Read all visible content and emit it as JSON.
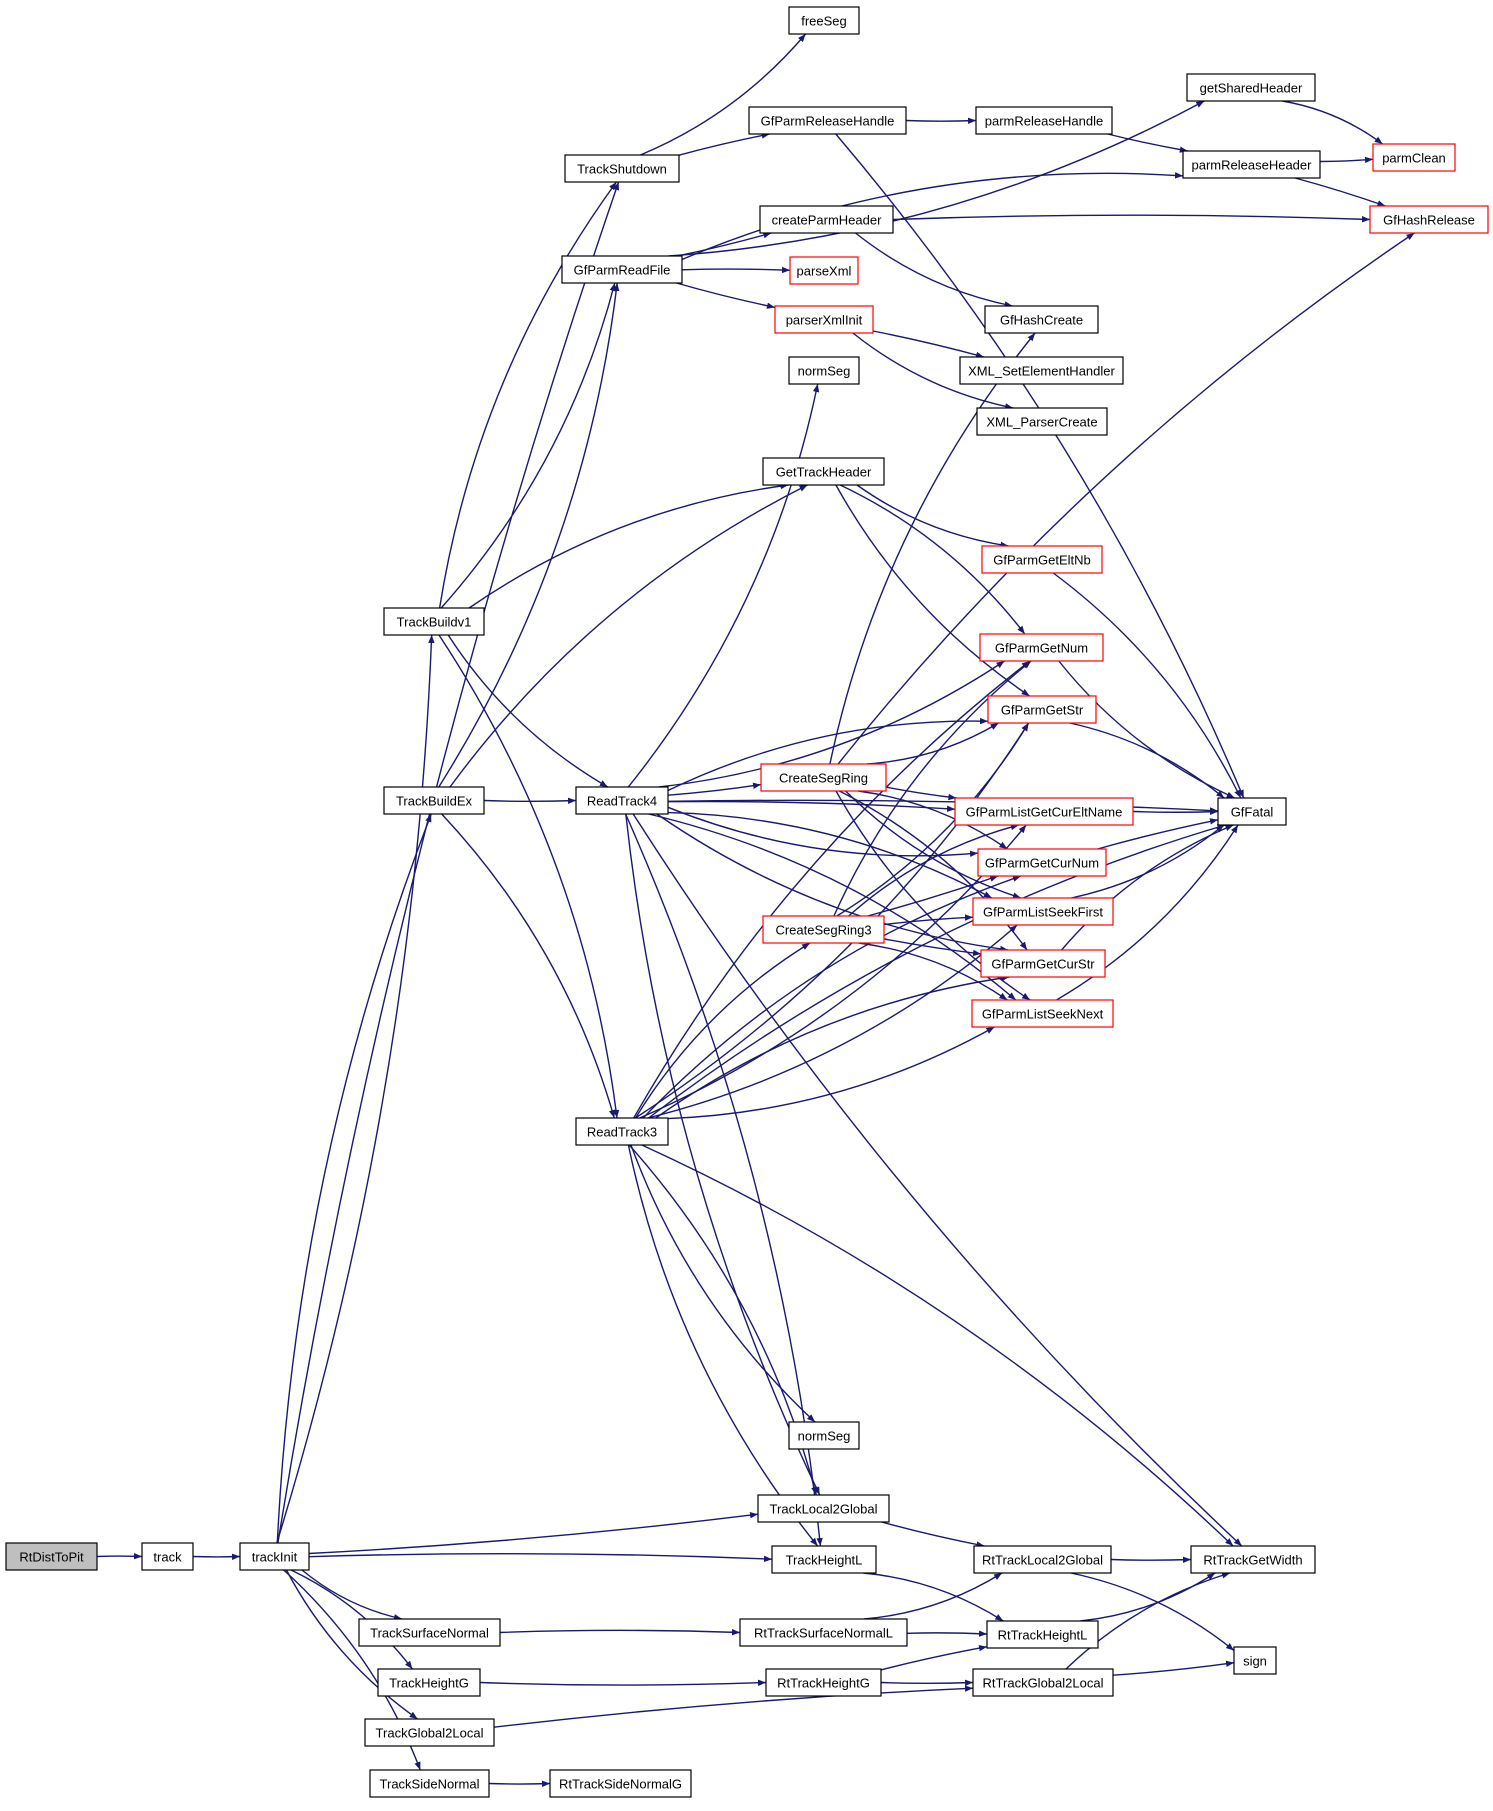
{
  "colors": {
    "edge": "#191970",
    "node_border": "#000000",
    "node_incomplete_border": "#ff0000",
    "node_fill": "#ffffff",
    "root_fill": "#bfbfbf"
  },
  "nodes": [
    {
      "id": "RtDistToPit",
      "label": "RtDistToPit",
      "kind": "root"
    },
    {
      "id": "track",
      "label": "track",
      "kind": "normal"
    },
    {
      "id": "trackInit",
      "label": "trackInit",
      "kind": "normal"
    },
    {
      "id": "freeSeg",
      "label": "freeSeg",
      "kind": "normal"
    },
    {
      "id": "TrackShutdown",
      "label": "TrackShutdown",
      "kind": "normal"
    },
    {
      "id": "GfParmReleaseHandle",
      "label": "GfParmReleaseHandle",
      "kind": "normal"
    },
    {
      "id": "getSharedHeader",
      "label": "getSharedHeader",
      "kind": "normal"
    },
    {
      "id": "parmReleaseHandle",
      "label": "parmReleaseHandle",
      "kind": "normal"
    },
    {
      "id": "parmReleaseHeader",
      "label": "parmReleaseHeader",
      "kind": "normal"
    },
    {
      "id": "parmClean",
      "label": "parmClean",
      "kind": "incomplete"
    },
    {
      "id": "GfHashRelease",
      "label": "GfHashRelease",
      "kind": "incomplete"
    },
    {
      "id": "createParmHeader",
      "label": "createParmHeader",
      "kind": "normal"
    },
    {
      "id": "GfParmReadFile",
      "label": "GfParmReadFile",
      "kind": "normal"
    },
    {
      "id": "parseXml",
      "label": "parseXml",
      "kind": "incomplete"
    },
    {
      "id": "parserXmlInit",
      "label": "parserXmlInit",
      "kind": "incomplete"
    },
    {
      "id": "GfHashCreate",
      "label": "GfHashCreate",
      "kind": "normal"
    },
    {
      "id": "XML_SetElementHandler",
      "label": "XML_SetElementHandler",
      "kind": "normal"
    },
    {
      "id": "XML_ParserCreate",
      "label": "XML_ParserCreate",
      "kind": "normal"
    },
    {
      "id": "normSeg1",
      "label": "normSeg",
      "kind": "normal"
    },
    {
      "id": "GetTrackHeader",
      "label": "GetTrackHeader",
      "kind": "normal"
    },
    {
      "id": "GfParmGetEltNb",
      "label": "GfParmGetEltNb",
      "kind": "incomplete"
    },
    {
      "id": "TrackBuildv1",
      "label": "TrackBuildv1",
      "kind": "normal"
    },
    {
      "id": "GfParmGetNum",
      "label": "GfParmGetNum",
      "kind": "incomplete"
    },
    {
      "id": "GfParmGetStr",
      "label": "GfParmGetStr",
      "kind": "incomplete"
    },
    {
      "id": "TrackBuildEx",
      "label": "TrackBuildEx",
      "kind": "normal"
    },
    {
      "id": "ReadTrack4",
      "label": "ReadTrack4",
      "kind": "normal"
    },
    {
      "id": "CreateSegRing",
      "label": "CreateSegRing",
      "kind": "incomplete"
    },
    {
      "id": "GfParmListGetCurEltName",
      "label": "GfParmListGetCurEltName",
      "kind": "incomplete"
    },
    {
      "id": "GfFatal",
      "label": "GfFatal",
      "kind": "normal"
    },
    {
      "id": "GfParmGetCurNum",
      "label": "GfParmGetCurNum",
      "kind": "incomplete"
    },
    {
      "id": "CreateSegRing3",
      "label": "CreateSegRing3",
      "kind": "incomplete"
    },
    {
      "id": "GfParmListSeekFirst",
      "label": "GfParmListSeekFirst",
      "kind": "incomplete"
    },
    {
      "id": "GfParmGetCurStr",
      "label": "GfParmGetCurStr",
      "kind": "incomplete"
    },
    {
      "id": "GfParmListSeekNext",
      "label": "GfParmListSeekNext",
      "kind": "incomplete"
    },
    {
      "id": "ReadTrack3",
      "label": "ReadTrack3",
      "kind": "normal"
    },
    {
      "id": "normSeg2",
      "label": "normSeg",
      "kind": "normal"
    },
    {
      "id": "TrackLocal2Global",
      "label": "TrackLocal2Global",
      "kind": "normal"
    },
    {
      "id": "TrackHeightL",
      "label": "TrackHeightL",
      "kind": "normal"
    },
    {
      "id": "RtTrackLocal2Global",
      "label": "RtTrackLocal2Global",
      "kind": "normal"
    },
    {
      "id": "RtTrackGetWidth",
      "label": "RtTrackGetWidth",
      "kind": "normal"
    },
    {
      "id": "TrackSurfaceNormal",
      "label": "TrackSurfaceNormal",
      "kind": "normal"
    },
    {
      "id": "RtTrackSurfaceNormalL",
      "label": "RtTrackSurfaceNormalL",
      "kind": "normal"
    },
    {
      "id": "RtTrackHeightL",
      "label": "RtTrackHeightL",
      "kind": "normal"
    },
    {
      "id": "sign",
      "label": "sign",
      "kind": "normal"
    },
    {
      "id": "TrackHeightG",
      "label": "TrackHeightG",
      "kind": "normal"
    },
    {
      "id": "RtTrackHeightG",
      "label": "RtTrackHeightG",
      "kind": "normal"
    },
    {
      "id": "RtTrackGlobal2Local",
      "label": "RtTrackGlobal2Local",
      "kind": "normal"
    },
    {
      "id": "TrackGlobal2Local",
      "label": "TrackGlobal2Local",
      "kind": "normal"
    },
    {
      "id": "TrackSideNormal",
      "label": "TrackSideNormal",
      "kind": "normal"
    },
    {
      "id": "RtTrackSideNormalG",
      "label": "RtTrackSideNormalG",
      "kind": "normal"
    }
  ],
  "edges": [
    [
      "RtDistToPit",
      "track"
    ],
    [
      "track",
      "trackInit"
    ],
    [
      "trackInit",
      "TrackShutdown"
    ],
    [
      "trackInit",
      "TrackBuildv1"
    ],
    [
      "trackInit",
      "TrackBuildEx"
    ],
    [
      "trackInit",
      "TrackLocal2Global"
    ],
    [
      "trackInit",
      "TrackHeightL"
    ],
    [
      "trackInit",
      "TrackSurfaceNormal"
    ],
    [
      "trackInit",
      "TrackHeightG"
    ],
    [
      "trackInit",
      "TrackGlobal2Local"
    ],
    [
      "trackInit",
      "TrackSideNormal"
    ],
    [
      "TrackShutdown",
      "freeSeg"
    ],
    [
      "TrackShutdown",
      "GfParmReleaseHandle"
    ],
    [
      "GfParmReleaseHandle",
      "parmReleaseHandle"
    ],
    [
      "GfParmReleaseHandle",
      "GfFatal"
    ],
    [
      "parmReleaseHandle",
      "parmReleaseHeader"
    ],
    [
      "getSharedHeader",
      "parmClean"
    ],
    [
      "parmReleaseHeader",
      "parmClean"
    ],
    [
      "parmReleaseHeader",
      "GfHashRelease"
    ],
    [
      "GfParmReadFile",
      "getSharedHeader"
    ],
    [
      "GfParmReadFile",
      "parmReleaseHeader"
    ],
    [
      "GfParmReadFile",
      "createParmHeader"
    ],
    [
      "GfParmReadFile",
      "parseXml"
    ],
    [
      "GfParmReadFile",
      "parserXmlInit"
    ],
    [
      "createParmHeader",
      "GfHashRelease"
    ],
    [
      "createParmHeader",
      "GfHashCreate"
    ],
    [
      "parserXmlInit",
      "XML_SetElementHandler"
    ],
    [
      "parserXmlInit",
      "XML_ParserCreate"
    ],
    [
      "TrackBuildv1",
      "TrackShutdown"
    ],
    [
      "TrackBuildv1",
      "GfParmReadFile"
    ],
    [
      "TrackBuildv1",
      "GetTrackHeader"
    ],
    [
      "TrackBuildv1",
      "ReadTrack4"
    ],
    [
      "TrackBuildv1",
      "ReadTrack3"
    ],
    [
      "TrackBuildEx",
      "GfParmReadFile"
    ],
    [
      "TrackBuildEx",
      "GetTrackHeader"
    ],
    [
      "TrackBuildEx",
      "ReadTrack4"
    ],
    [
      "TrackBuildEx",
      "ReadTrack3"
    ],
    [
      "GetTrackHeader",
      "GfParmGetEltNb"
    ],
    [
      "GetTrackHeader",
      "GfParmGetNum"
    ],
    [
      "GetTrackHeader",
      "GfParmGetStr"
    ],
    [
      "GfParmGetEltNb",
      "GfFatal"
    ],
    [
      "GfParmGetNum",
      "GfFatal"
    ],
    [
      "GfParmGetStr",
      "GfFatal"
    ],
    [
      "ReadTrack4",
      "normSeg1"
    ],
    [
      "ReadTrack4",
      "GfFatal"
    ],
    [
      "ReadTrack4",
      "GfParmGetNum"
    ],
    [
      "ReadTrack4",
      "GfParmGetStr"
    ],
    [
      "ReadTrack4",
      "CreateSegRing"
    ],
    [
      "ReadTrack4",
      "GfParmListGetCurEltName"
    ],
    [
      "ReadTrack4",
      "GfParmGetCurNum"
    ],
    [
      "ReadTrack4",
      "GfParmListSeekFirst"
    ],
    [
      "ReadTrack4",
      "GfParmGetCurStr"
    ],
    [
      "ReadTrack4",
      "GfParmListSeekNext"
    ],
    [
      "ReadTrack4",
      "TrackLocal2Global"
    ],
    [
      "ReadTrack4",
      "TrackHeightL"
    ],
    [
      "ReadTrack4",
      "RtTrackGetWidth"
    ],
    [
      "CreateSegRing",
      "GfHashCreate"
    ],
    [
      "CreateSegRing",
      "GfParmGetStr"
    ],
    [
      "CreateSegRing",
      "GfHashRelease"
    ],
    [
      "CreateSegRing",
      "GfParmListGetCurEltName"
    ],
    [
      "CreateSegRing",
      "GfParmGetCurNum"
    ],
    [
      "CreateSegRing",
      "GfParmListSeekFirst"
    ],
    [
      "CreateSegRing",
      "GfParmGetCurStr"
    ],
    [
      "CreateSegRing",
      "GfParmListSeekNext"
    ],
    [
      "CreateSegRing3",
      "GfParmGetNum"
    ],
    [
      "CreateSegRing3",
      "GfParmGetStr"
    ],
    [
      "CreateSegRing3",
      "GfParmListGetCurEltName"
    ],
    [
      "CreateSegRing3",
      "GfParmGetCurNum"
    ],
    [
      "CreateSegRing3",
      "GfParmListSeekFirst"
    ],
    [
      "CreateSegRing3",
      "GfParmGetCurStr"
    ],
    [
      "CreateSegRing3",
      "GfParmListSeekNext"
    ],
    [
      "GfParmListGetCurEltName",
      "GfFatal"
    ],
    [
      "GfParmGetCurNum",
      "GfFatal"
    ],
    [
      "GfParmListSeekFirst",
      "GfFatal"
    ],
    [
      "GfParmGetCurStr",
      "GfFatal"
    ],
    [
      "GfParmListSeekNext",
      "GfFatal"
    ],
    [
      "ReadTrack3",
      "GfParmGetNum"
    ],
    [
      "ReadTrack3",
      "GfParmGetStr"
    ],
    [
      "ReadTrack3",
      "CreateSegRing3"
    ],
    [
      "ReadTrack3",
      "GfParmListGetCurEltName"
    ],
    [
      "ReadTrack3",
      "GfParmGetCurNum"
    ],
    [
      "ReadTrack3",
      "GfParmListSeekFirst"
    ],
    [
      "ReadTrack3",
      "GfParmGetCurStr"
    ],
    [
      "ReadTrack3",
      "GfParmListSeekNext"
    ],
    [
      "ReadTrack3",
      "GfFatal"
    ],
    [
      "ReadTrack3",
      "normSeg2"
    ],
    [
      "ReadTrack3",
      "TrackLocal2Global"
    ],
    [
      "ReadTrack3",
      "TrackHeightL"
    ],
    [
      "ReadTrack3",
      "RtTrackGetWidth"
    ],
    [
      "TrackLocal2Global",
      "RtTrackLocal2Global"
    ],
    [
      "TrackHeightL",
      "RtTrackHeightL"
    ],
    [
      "RtTrackLocal2Global",
      "RtTrackGetWidth"
    ],
    [
      "RtTrackLocal2Global",
      "sign"
    ],
    [
      "RtTrackHeightL",
      "RtTrackGetWidth"
    ],
    [
      "TrackSurfaceNormal",
      "RtTrackSurfaceNormalL"
    ],
    [
      "RtTrackSurfaceNormalL",
      "RtTrackLocal2Global"
    ],
    [
      "RtTrackSurfaceNormalL",
      "RtTrackHeightL"
    ],
    [
      "TrackHeightG",
      "RtTrackHeightG"
    ],
    [
      "RtTrackHeightG",
      "RtTrackHeightL"
    ],
    [
      "RtTrackHeightG",
      "RtTrackGlobal2Local"
    ],
    [
      "RtTrackGlobal2Local",
      "RtTrackGetWidth"
    ],
    [
      "RtTrackGlobal2Local",
      "sign"
    ],
    [
      "TrackGlobal2Local",
      "RtTrackGlobal2Local"
    ],
    [
      "TrackSideNormal",
      "RtTrackSideNormalG"
    ]
  ]
}
